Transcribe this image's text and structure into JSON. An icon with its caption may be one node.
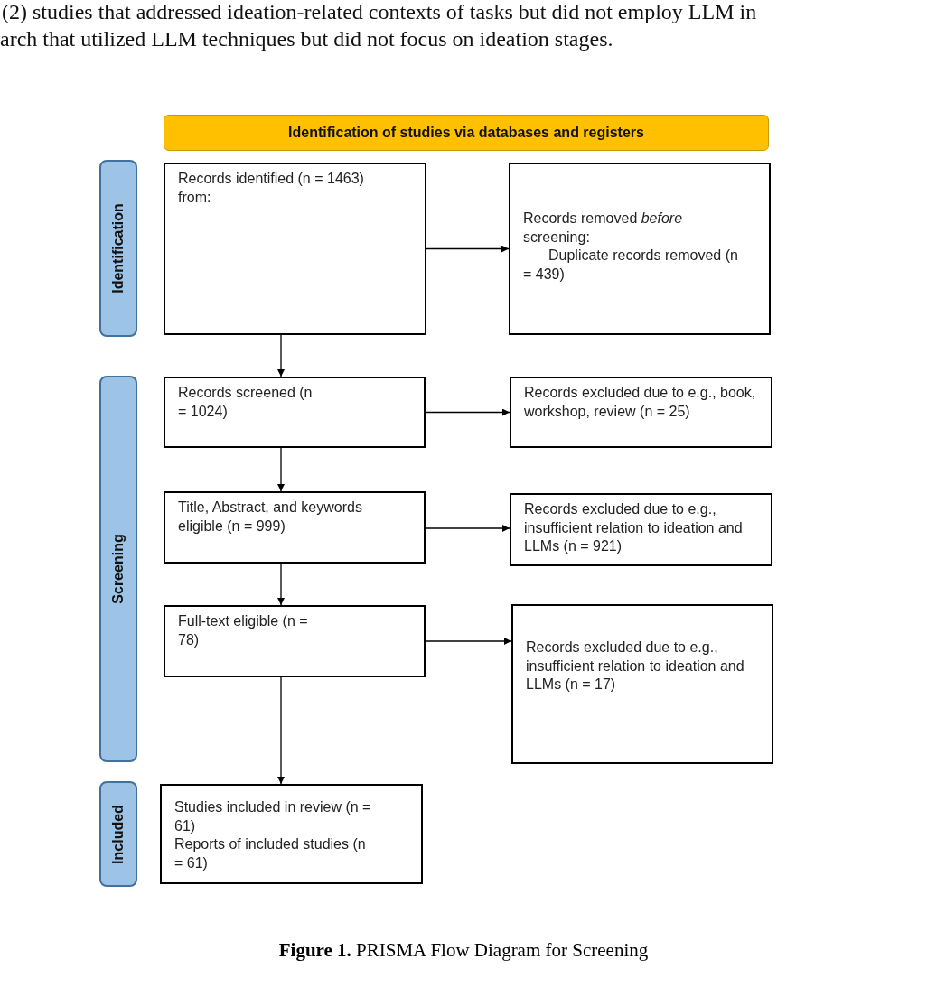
{
  "diagram": {
    "caption": "**Figure 1.** PRISMA Flow Diagram for Screening",
    "nodes": [
      {
        "text": [
          "Identification of studies via databases and registers"
        ]
      },
      {
        "text": [
          "Identification"
        ]
      },
      {
        "text": [
          "Records identified (n = 1463) from:"
        ]
      },
      {
        "text": [
          "Records removed *before* screening:",
          "Duplicate records removed (n = 439)"
        ]
      },
      {
        "text": [
          "Screening"
        ]
      },
      {
        "text": [
          "Records screened (n = 1024)"
        ]
      },
      {
        "text": [
          "Records excluded due to e.g., book, workshop, review (n = 25)"
        ]
      },
      {
        "text": [
          "Title, Abstract, and keywords eligible (n = 999)"
        ]
      },
      {
        "text": [
          "Records excluded due to e.g., insufficient relation to ideation and LLMs (n = 921)"
        ]
      },
      {
        "text": [
          "Full-text eligible (n = 78)"
        ]
      },
      {
        "text": [
          "Records excluded due to e.g., insufficient relation to ideation and LLMs (n = 17)"
        ]
      },
      {
        "text": [
          "Included"
        ]
      },
      {
        "text": [
          "Studies included in review (n = 61)",
          "Reports of included studies (n = 61)"
        ]
      }
    ],
    "edges": [
      {
        "from": 2,
        "to": 3,
        "arrow": "to"
      },
      {
        "from": 2,
        "to": 5,
        "arrow": "to"
      },
      {
        "from": 5,
        "to": 6,
        "arrow": "to"
      },
      {
        "from": 5,
        "to": 7,
        "arrow": "to"
      },
      {
        "from": 7,
        "to": 8,
        "arrow": "to"
      },
      {
        "from": 7,
        "to": 9,
        "arrow": "to"
      },
      {
        "from": 9,
        "to": 10,
        "arrow": "to"
      },
      {
        "from": 9,
        "to": 12,
        "arrow": "to"
      }
    ],
    "labels": [
      "(2) studies that addressed ideation-related contexts of tasks but did not employ LLM in",
      "arch that utilized LLM techniques but did not focus on ideation stages."
    ]
  }
}
